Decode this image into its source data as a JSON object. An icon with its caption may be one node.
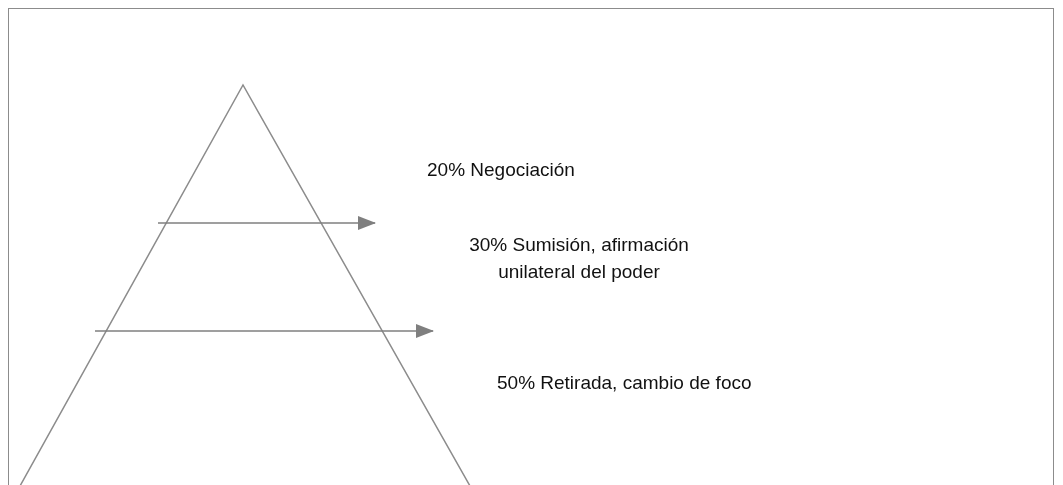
{
  "diagram": {
    "labels": [
      "20% Negociación",
      "30% Sumisión, afirmación unilateral del poder",
      "50% Retirada, cambio de foco"
    ]
  }
}
